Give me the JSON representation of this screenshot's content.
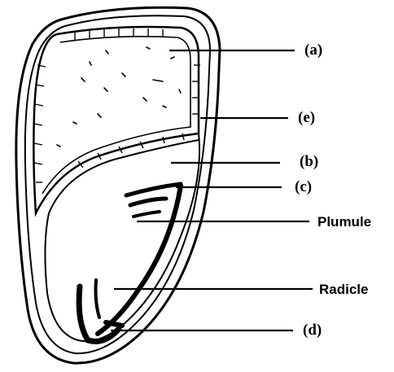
{
  "labels": {
    "a": "(a)",
    "e": "(e)",
    "b": "(b)",
    "c": "(c)",
    "plumule": "Plumule",
    "radicle": "Radicle",
    "d": "(d)"
  },
  "colors": {
    "ink": "#000000",
    "background": "#ffffff"
  }
}
